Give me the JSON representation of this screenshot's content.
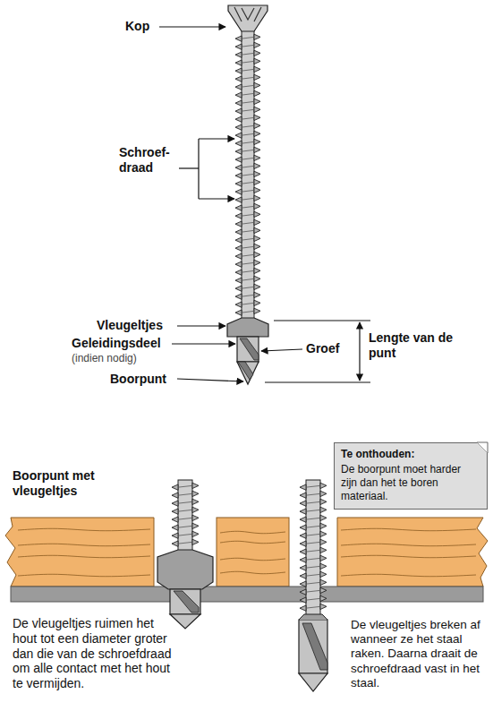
{
  "diagram": {
    "nodes": [
      {
        "text": [
          "Te onthouden:",
          "De boorpunt moet harder zijn dan het te boren materiaal."
        ]
      }
    ],
    "labels": [
      "Kop",
      "Schroef- draad",
      "Vleugeltjes",
      "Geleidingsdeel",
      "(indien nodig)",
      "Boorpunt",
      "Groef",
      "Lengte van de punt",
      "Boorpunt met vleugeltjes",
      "De vleugeltjes ruimen het hout tot een diameter groter dan die van de schroefdraad om alle contact met het hout te vermijden.",
      "De vleugeltjes breken af wanneer ze het staal raken. Daarna draait de schroefdraad vast in het staal."
    ]
  }
}
